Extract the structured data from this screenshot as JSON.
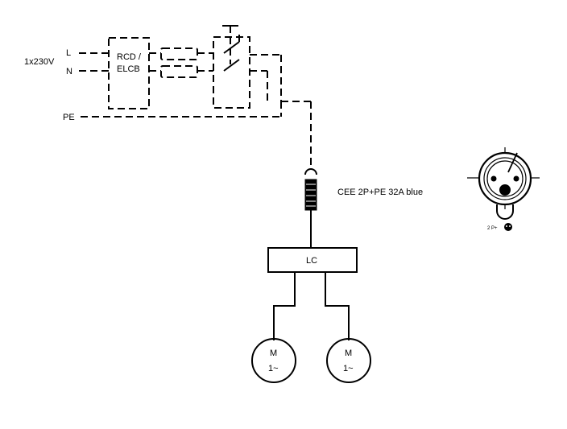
{
  "supply": {
    "voltage_label": "1x230V",
    "line_label": "L",
    "neutral_label": "N",
    "earth_label": "PE"
  },
  "protection": {
    "rcd_line1": "RCD /",
    "rcd_line2": "ELCB"
  },
  "connector": {
    "label": "CEE 2P+PE 32A blue",
    "socket_caption": "2 P+"
  },
  "controller": {
    "label": "LC"
  },
  "motors": [
    {
      "type": "M",
      "phase": "1~"
    },
    {
      "type": "M",
      "phase": "1~"
    }
  ]
}
